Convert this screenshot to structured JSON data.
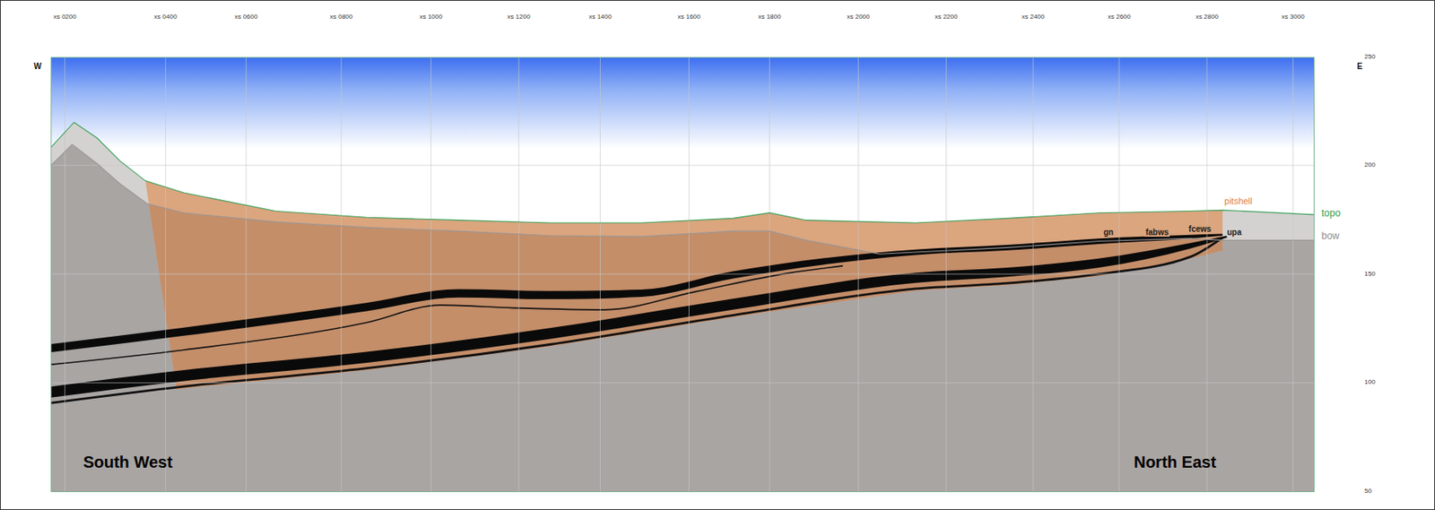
{
  "diagram": {
    "labels": [
      "xs 0200",
      "xs 0400",
      "xs 0600",
      "xs 0800",
      "xs 1000",
      "xs 1200",
      "xs 1400",
      "xs 1600",
      "xs 1800",
      "xs 2000",
      "xs 2200",
      "xs 2400",
      "xs 2600",
      "xs 2800",
      "xs 3000",
      "W",
      "E",
      "250",
      "200",
      "150",
      "100",
      "50",
      "pitshell",
      "topo",
      "bow",
      "gn",
      "fabws",
      "fcews",
      "upa",
      "South West",
      "North East"
    ]
  }
}
